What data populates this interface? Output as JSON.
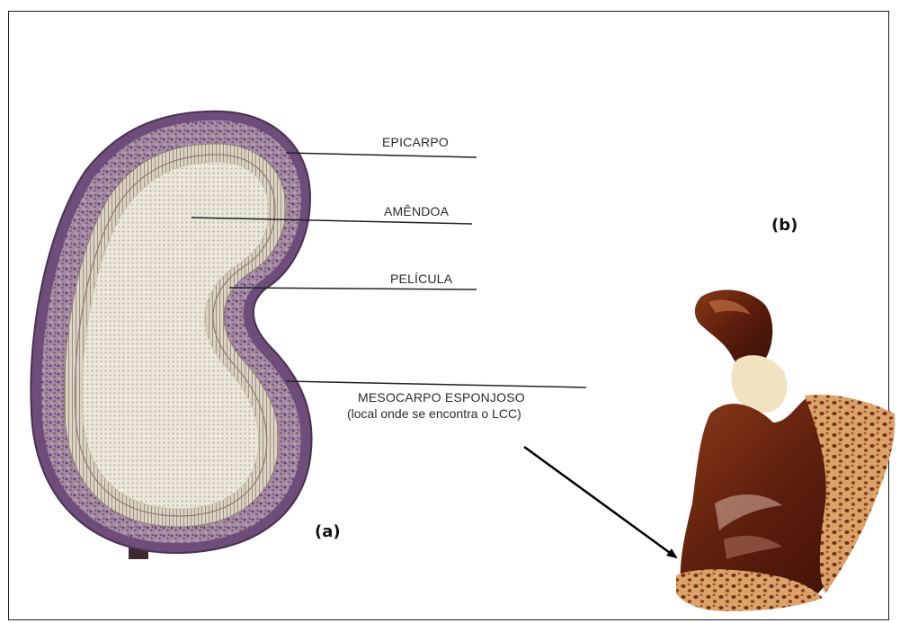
{
  "diagram": {
    "labels": {
      "epicarpo": "EPICARPO",
      "amendoa": "AMÊNDOA",
      "pelicula": "PELÍCULA",
      "mesocarpo": "MESOCARPO ESPONJOSO",
      "mesocarpo_note": "(local onde se encontra o LCC)"
    },
    "panels": {
      "a": "(a)",
      "b": "(b)"
    }
  },
  "colors": {
    "epicarp_outer": "#6e4d7a",
    "mesocarp": "#a58aa8",
    "film_band": "#ddd3c4",
    "kernel": "#ece8dc",
    "nut_shell": "#6b2410",
    "nut_sponge": "#d9a36a",
    "nut_kernel": "#f1e3c0",
    "arrow": "#000000"
  }
}
